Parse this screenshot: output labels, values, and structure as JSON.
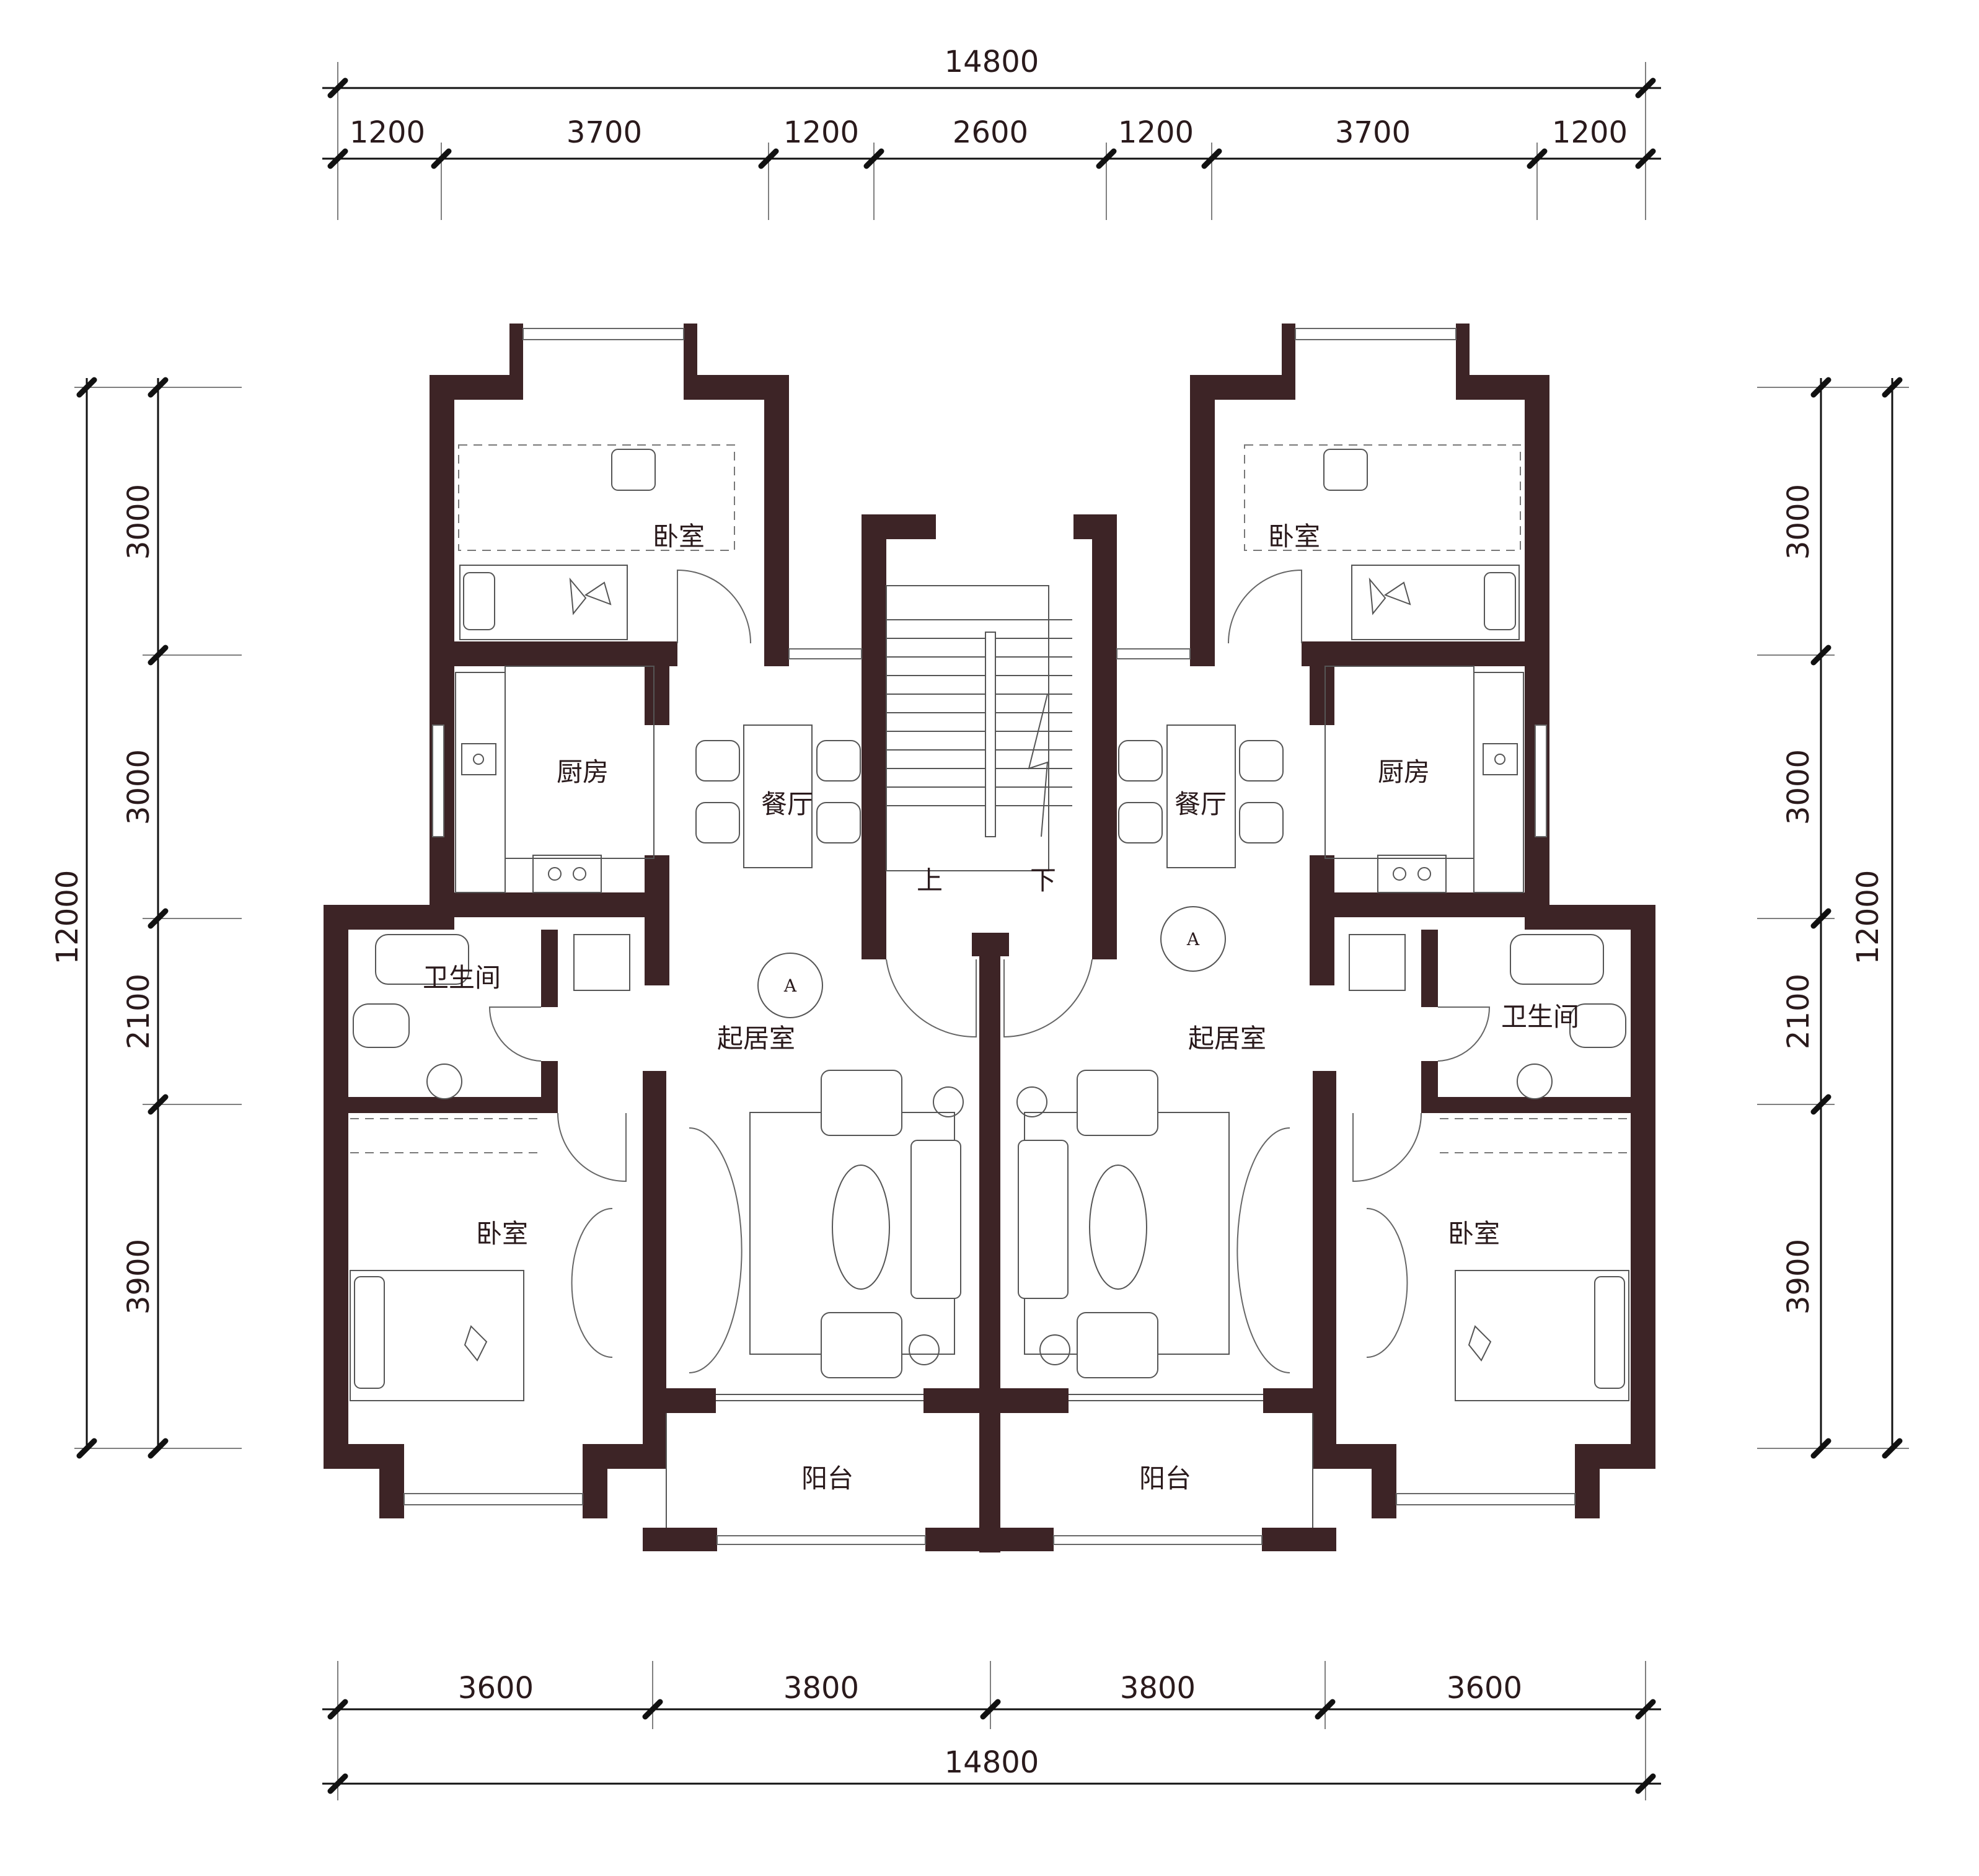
{
  "dimensions": {
    "top_total": "14800",
    "top_segments": [
      "1200",
      "3700",
      "1200",
      "2600",
      "1200",
      "3700",
      "1200"
    ],
    "bottom_segments": [
      "3600",
      "3800",
      "3800",
      "3600"
    ],
    "bottom_total": "14800",
    "left_segments": [
      "3000",
      "3000",
      "2100",
      "3900"
    ],
    "left_total": "12000",
    "right_segments": [
      "3000",
      "3000",
      "2100",
      "3900"
    ],
    "right_total": "12000"
  },
  "rooms": {
    "left": {
      "bedroom_top": "卧室",
      "kitchen": "厨房",
      "dining": "餐厅",
      "bathroom": "卫生间",
      "living": "起居室",
      "bedroom_bottom": "卧室",
      "balcony": "阳台",
      "axis_label": "A"
    },
    "right": {
      "bedroom_top": "卧室",
      "kitchen": "厨房",
      "dining": "餐厅",
      "bathroom": "卫生间",
      "living": "起居室",
      "bedroom_bottom": "卧室",
      "balcony": "阳台",
      "axis_label": "A"
    },
    "stairs": {
      "up": "上",
      "down": "下"
    }
  },
  "colors": {
    "wall": "#3d2426",
    "line": "#555555"
  }
}
